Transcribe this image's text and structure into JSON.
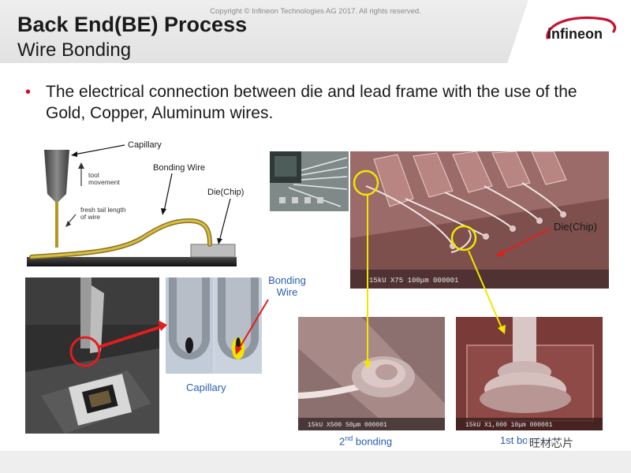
{
  "header": {
    "title": "Back End(BE) Process",
    "subtitle": "Wire Bonding",
    "logo_text": "infineon"
  },
  "bullet": {
    "text": "The electrical connection between die and lead frame with the use of the Gold, Copper, Aluminum wires."
  },
  "diagram": {
    "capillary_label": "Capillary",
    "tool_movement_label": "tool movement",
    "fresh_tail_label": "fresh tail length of wire",
    "bonding_wire_label": "Bonding Wire",
    "die_label": "Die(Chip)"
  },
  "photos": {
    "capillary_caption": "Capillary",
    "bonding_wire_caption": "Bonding Wire",
    "die_chip_caption": "Die(Chip)",
    "sem_top_scale": "15kU  X75        100μm  000001",
    "sem_second_scale": "15kU X500     50μm  000001",
    "sem_first_scale": "15kU X1,000    10μm  000001",
    "second_bonding_prefix": "2",
    "second_bonding_sup": "nd",
    "second_bonding_suffix": " bonding",
    "first_bonding_caption": "1st bonding"
  },
  "footer": {
    "copyright": "Copyright © Infineon Technologies AG 2017. All rights reserved.",
    "watermark": "旺材芯片"
  },
  "colors": {
    "brand_red": "#c8102e",
    "accent_blue": "#2a5db0",
    "arrow_yellow": "#f2e600",
    "arrow_red": "#e01e1e"
  }
}
